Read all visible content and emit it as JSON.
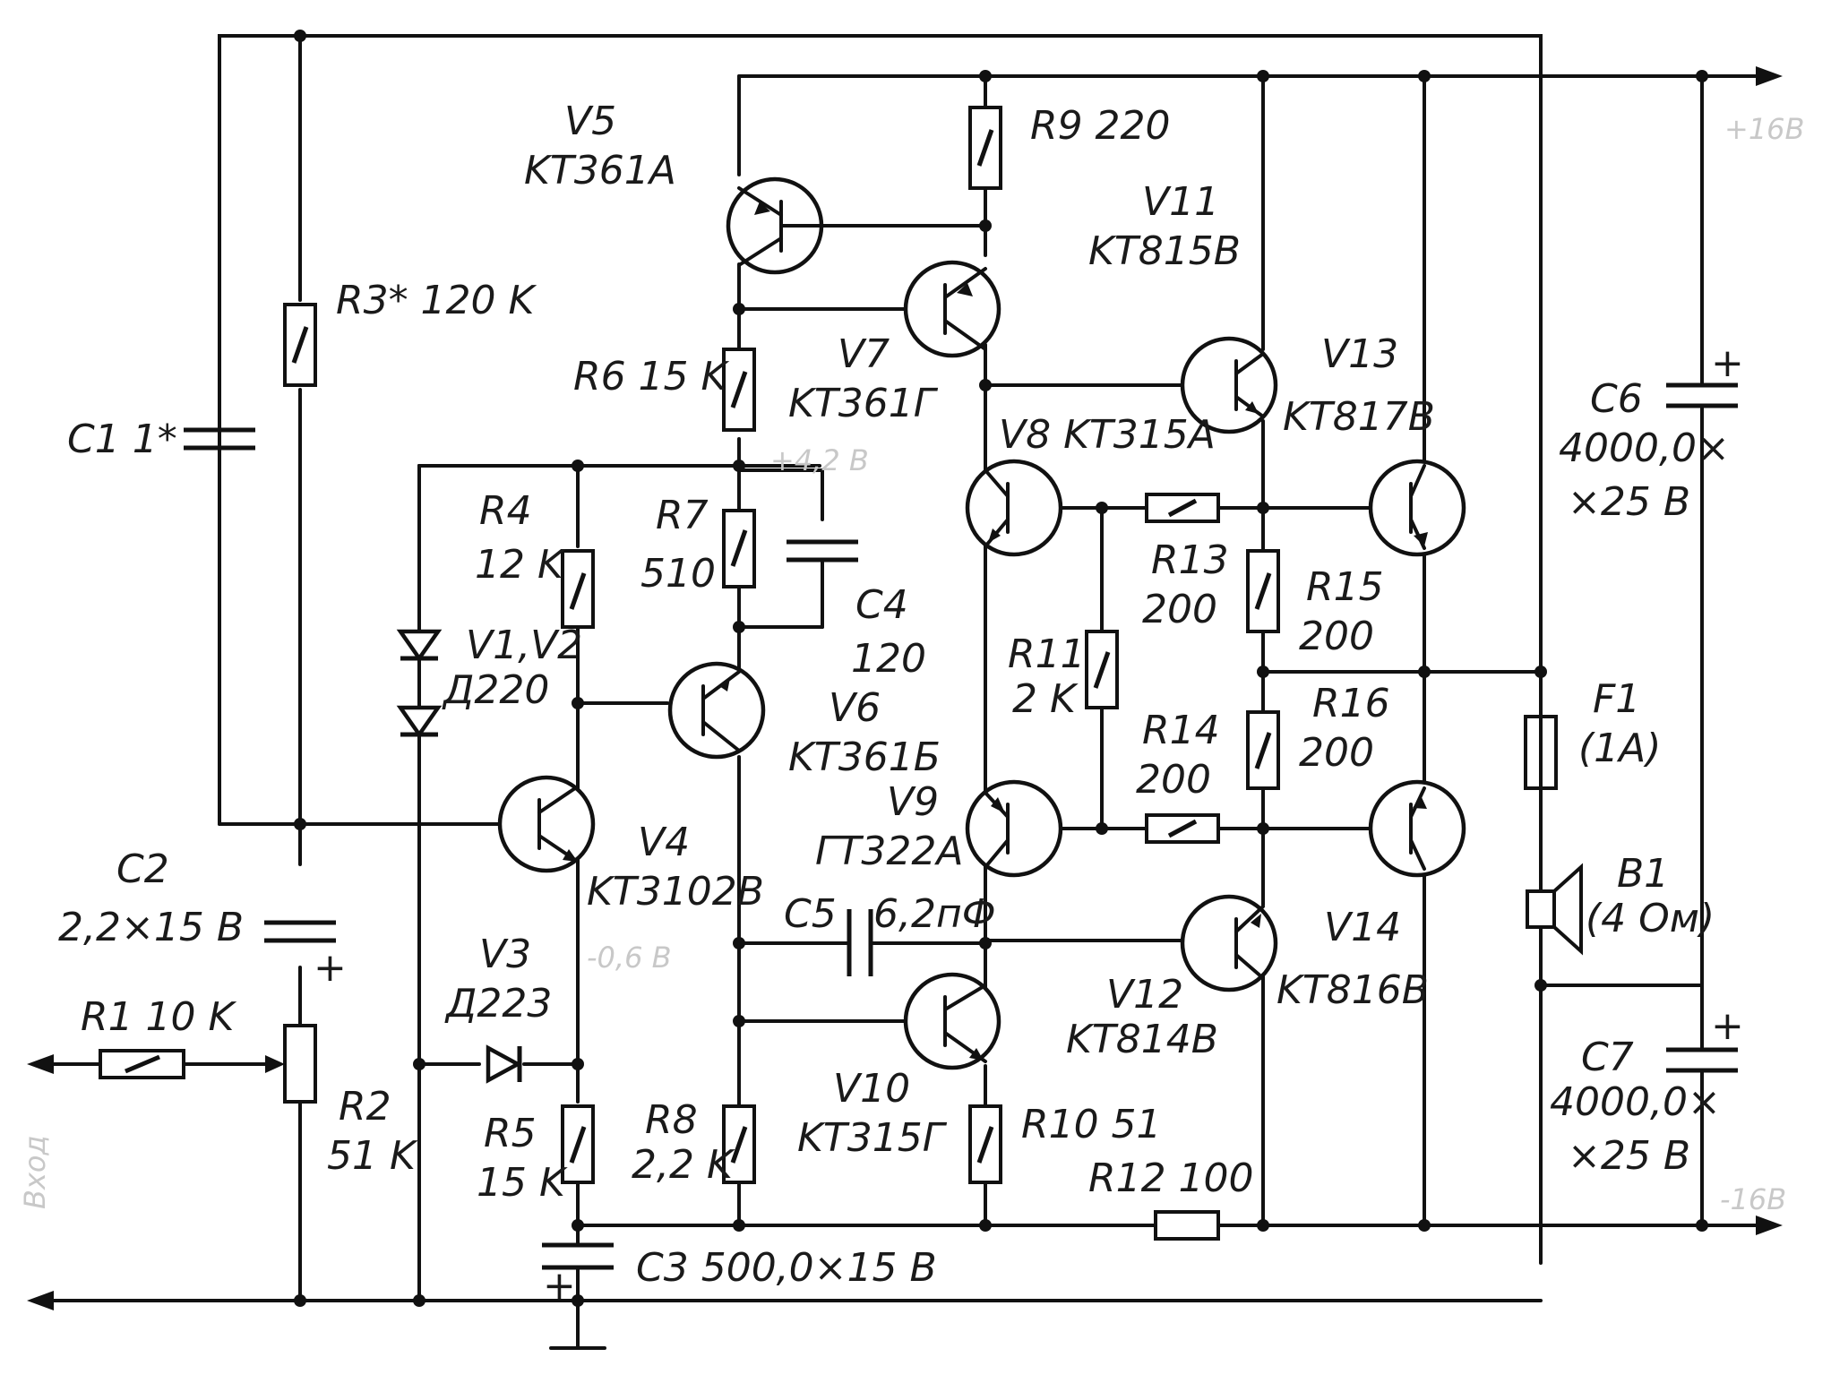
{
  "labels": {
    "c1": "C1  1*",
    "r3": "R3* 120 K",
    "v5_ref": "V5",
    "v5_type": "KT361A",
    "r9": "R9  220",
    "v11_ref": "V11",
    "v11_type": "KT815B",
    "r6": "R6  15 K",
    "v7_ref": "V7",
    "v7_type": "KT361Г",
    "v13_ref": "V13",
    "v13_type": "KT817B",
    "c6_ref": "C6",
    "c6_val1": "4000,0×",
    "c6_val2": "×25 B",
    "v8": "V8  KT315A",
    "r4_ref": "R4",
    "r4_val": "12 K",
    "r7_ref": "R7",
    "r7_val": "510",
    "r13_ref": "R13",
    "r13_val": "200",
    "r15_ref": "R15",
    "r15_val": "200",
    "c4_ref": "C4",
    "c4_val": "120",
    "v1v2_ref": "V1,V2",
    "v1v2_type": "Д220",
    "v6_ref": "V6",
    "v6_type": "KT361Б",
    "r11_ref": "R11",
    "r11_val": "2 K",
    "r16_ref": "R16",
    "r16_val": "200",
    "r14_ref": "R14",
    "r14_val": "200",
    "f1_ref": "F1",
    "f1_val": "(1A)",
    "v9_ref": "V9",
    "v9_type": "ГT322A",
    "v4_ref": "V4",
    "v4_type": "KT3102B",
    "c2_ref": "C2",
    "c2_val": "2,2×15 B",
    "b1_ref": "B1",
    "b1_val": "(4 Ом)",
    "c5": "C5",
    "c5_val": "6,2пФ",
    "v14_ref": "V14",
    "v14_type": "KT816B",
    "v3_ref": "V3",
    "v3_type": "Д223",
    "v12_ref": "V12",
    "v12_type": "KT814B",
    "r1": "R1  10 K",
    "c7_ref": "C7",
    "c7_val1": "4000,0×",
    "c7_val2": "×25 B",
    "r2_ref": "R2",
    "r2_val": "51 K",
    "r5_ref": "R5",
    "r5_val": "15 K",
    "r8_ref": "R8",
    "r8_val": "2,2 K",
    "v10_ref": "V10",
    "v10_type": "KT315Г",
    "r10": "R10  51",
    "r12": "R12  100",
    "c3": "C3   500,0×15 B",
    "plus": "+",
    "input": "Вход",
    "faint_pos": "+16В",
    "faint_neg": "-16В",
    "faint_v1": "+4,2 В",
    "faint_v2": "-0,6 В"
  }
}
